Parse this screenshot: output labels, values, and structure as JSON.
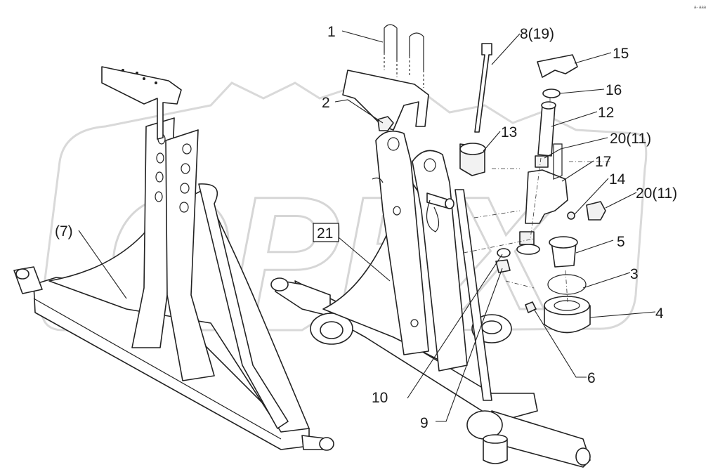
{
  "callouts": {
    "c1": "1",
    "c2": "2",
    "c3": "3",
    "c4": "4",
    "c5": "5",
    "c6": "6",
    "c7": "(7)",
    "c8": "8(19)",
    "c9": "9",
    "c10": "10",
    "c12": "12",
    "c13": "13",
    "c14": "14",
    "c15": "15",
    "c16": "16",
    "c17": "17",
    "c20a": "20(11)",
    "c20b": "20(11)",
    "c21": "21"
  },
  "corner_mark": "a- aaa",
  "watermark": "OPEX"
}
